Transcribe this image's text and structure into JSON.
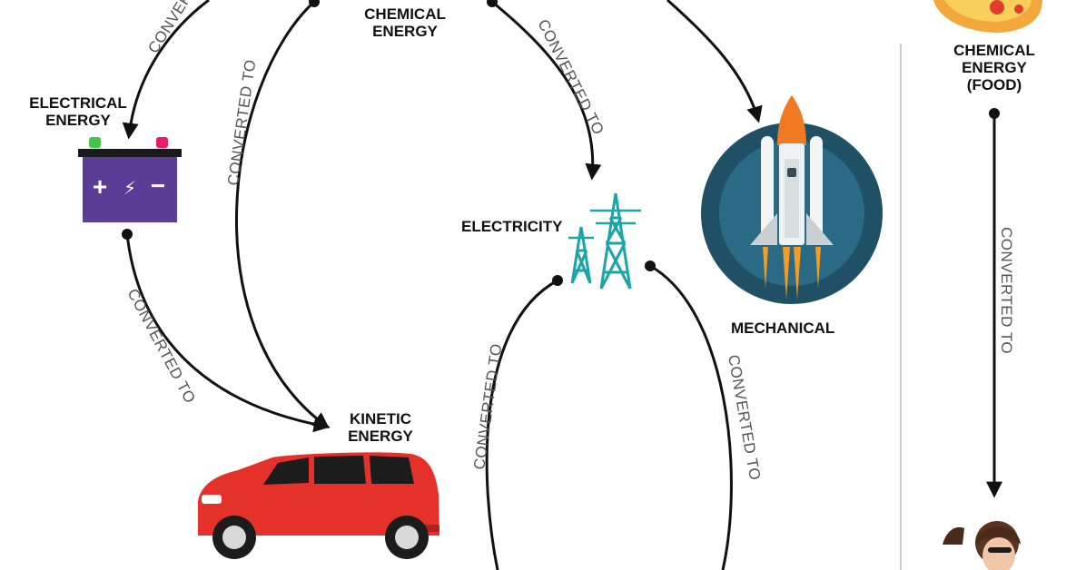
{
  "labels": {
    "chemical_top_1": "CHEMICAL",
    "chemical_top_2": "ENERGY",
    "electrical_1": "ELECTRICAL",
    "electrical_2": "ENERGY",
    "electricity": "ELECTRICITY",
    "mechanical": "MECHANICAL",
    "kinetic_1": "KINETIC",
    "kinetic_2": "ENERGY",
    "food_1": "CHEMICAL",
    "food_2": "ENERGY",
    "food_3": "(FOOD)"
  },
  "converted": {
    "top_left": "CONVERTED TO",
    "left_arc": "CONVERTED TO",
    "battery_to_car": "CONVERTED TO",
    "chem_to_elec": "CONVERTED TO",
    "elec_left": "CONVERTED TO",
    "elec_right": "CONVERTED TO",
    "food_arrow": "CONVERTED TO"
  },
  "battery": {
    "plus": "+",
    "bolt": "⚡",
    "minus": "−"
  },
  "colors": {
    "arrow": "#111111",
    "battery": "#5a3e96",
    "battery_bar": "#1b1b1b",
    "terminal_pos": "#e81c6c",
    "terminal_neg": "#46c34a",
    "car": "#e4322b",
    "pylon": "#1aa5a8",
    "rocket_bg": "#1f5066",
    "rocket_flame": "#f59a23",
    "divider": "#cccccc"
  }
}
